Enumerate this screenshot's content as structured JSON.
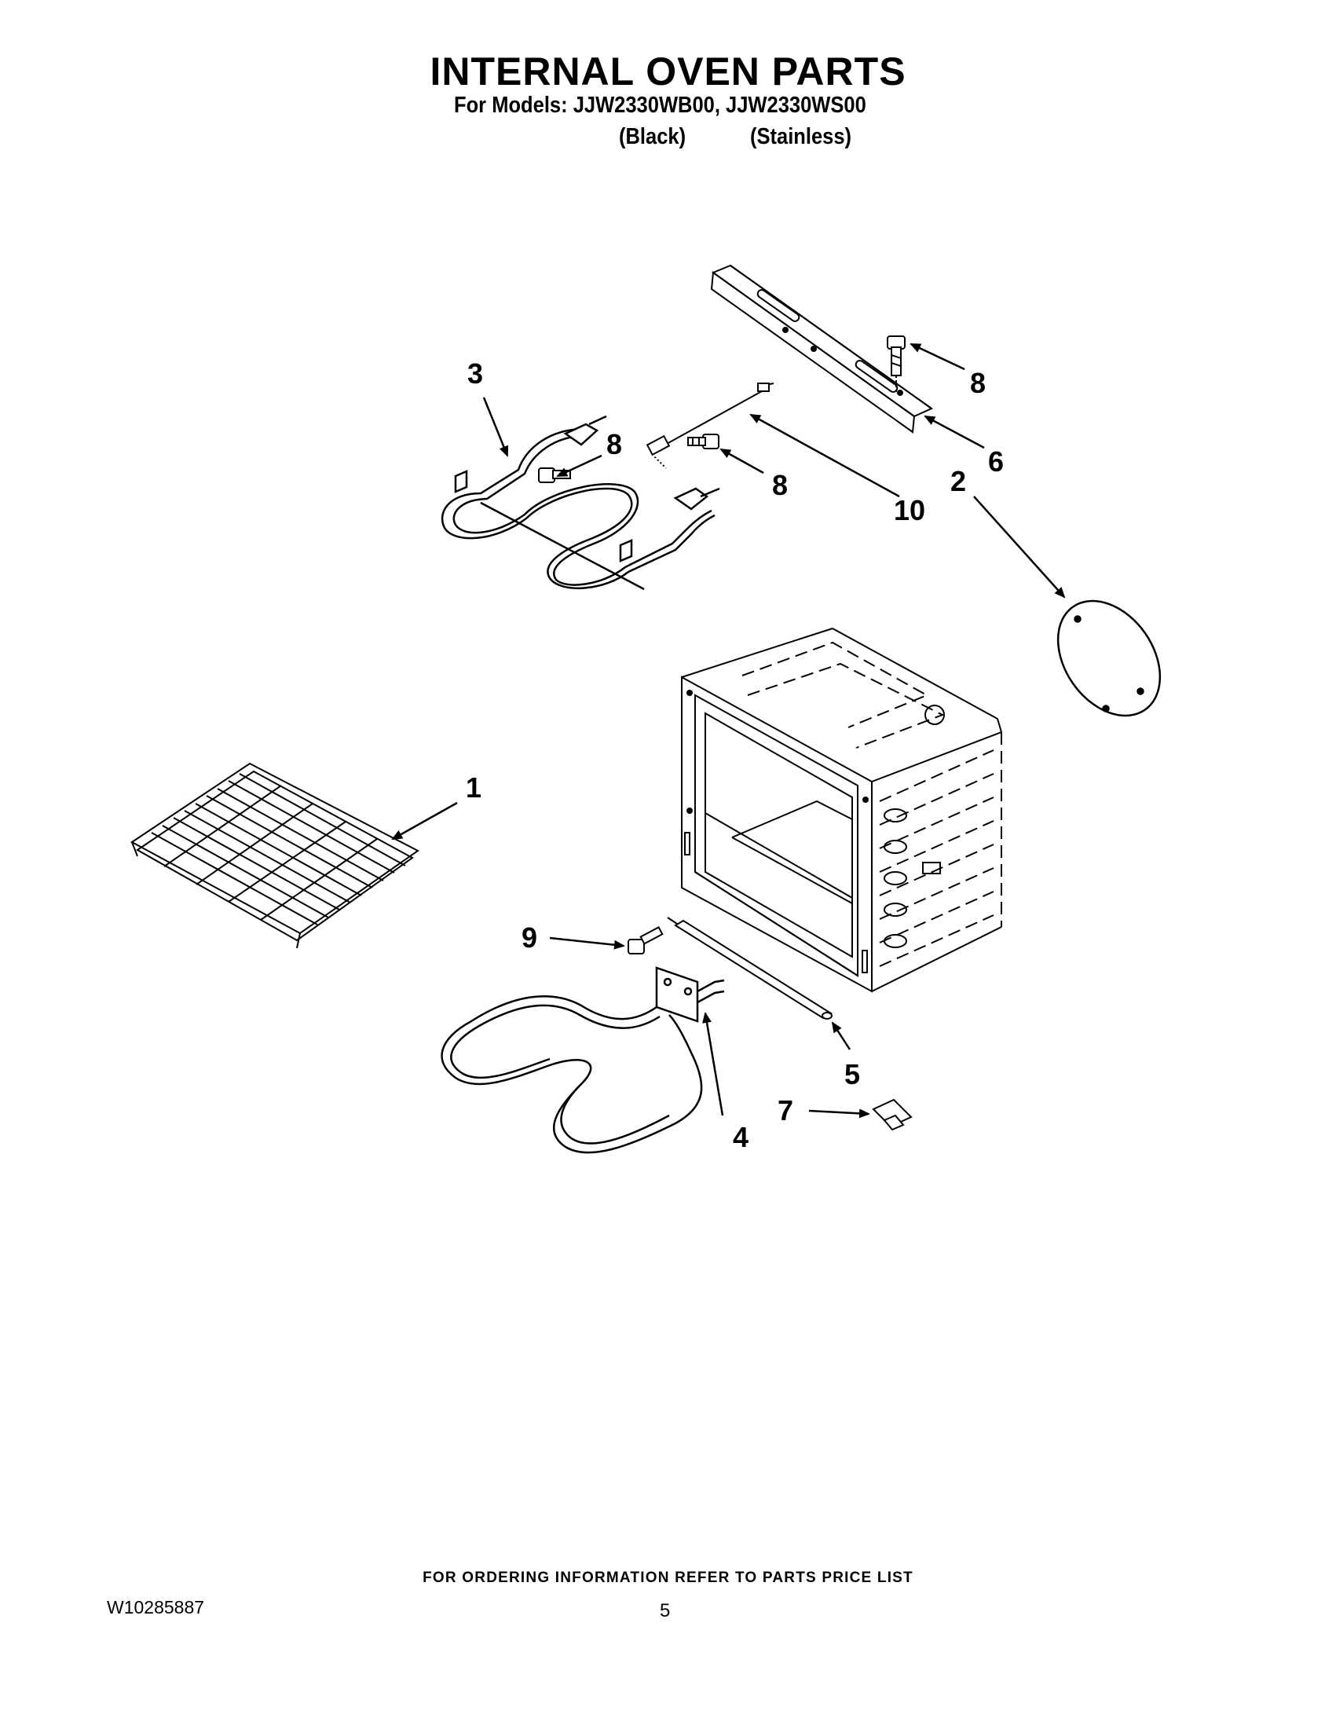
{
  "header": {
    "title": "INTERNAL OVEN PARTS",
    "models_line": "For Models: JJW2330WB00, JJW2330WS00",
    "color_black": "(Black)",
    "color_stainless": "(Stainless)"
  },
  "callouts": {
    "c1": "1",
    "c2": "2",
    "c3": "3",
    "c4": "4",
    "c5": "5",
    "c6": "6",
    "c7": "7",
    "c8a": "8",
    "c8b": "8",
    "c8c": "8",
    "c9": "9",
    "c10": "10"
  },
  "footer": {
    "ordering_note": "FOR ORDERING INFORMATION REFER TO PARTS PRICE LIST",
    "doc_number": "W10285887",
    "page_number": "5"
  }
}
